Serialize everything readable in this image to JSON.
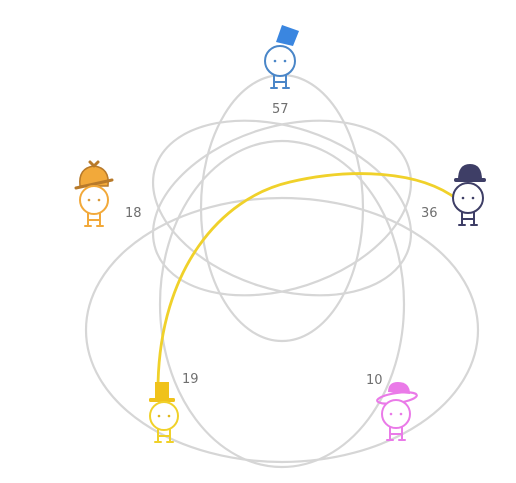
{
  "diagram": {
    "rings": {
      "stroke_color": "#d6d6d6",
      "highlight_color": "#f0d12a"
    },
    "figures": [
      {
        "id": "top",
        "hat": "bucket-hat",
        "color": "#4a86c8",
        "hat_color": "#3a86e0",
        "count": "57"
      },
      {
        "id": "right",
        "hat": "bowler-hat",
        "color": "#3e3e66",
        "hat_color": "#3e3e66",
        "count": "36"
      },
      {
        "id": "bottom-right",
        "hat": "sun-hat",
        "color": "#ea7ae8",
        "hat_color": "#ea7ae8",
        "count": "10"
      },
      {
        "id": "bottom-left",
        "hat": "top-hat",
        "color": "#f0d12a",
        "hat_color": "#f0c21a",
        "count": "19"
      },
      {
        "id": "left",
        "hat": "deerstalker-hat",
        "color": "#f2a93a",
        "hat_color": "#b87a2a",
        "count": "18"
      }
    ]
  }
}
